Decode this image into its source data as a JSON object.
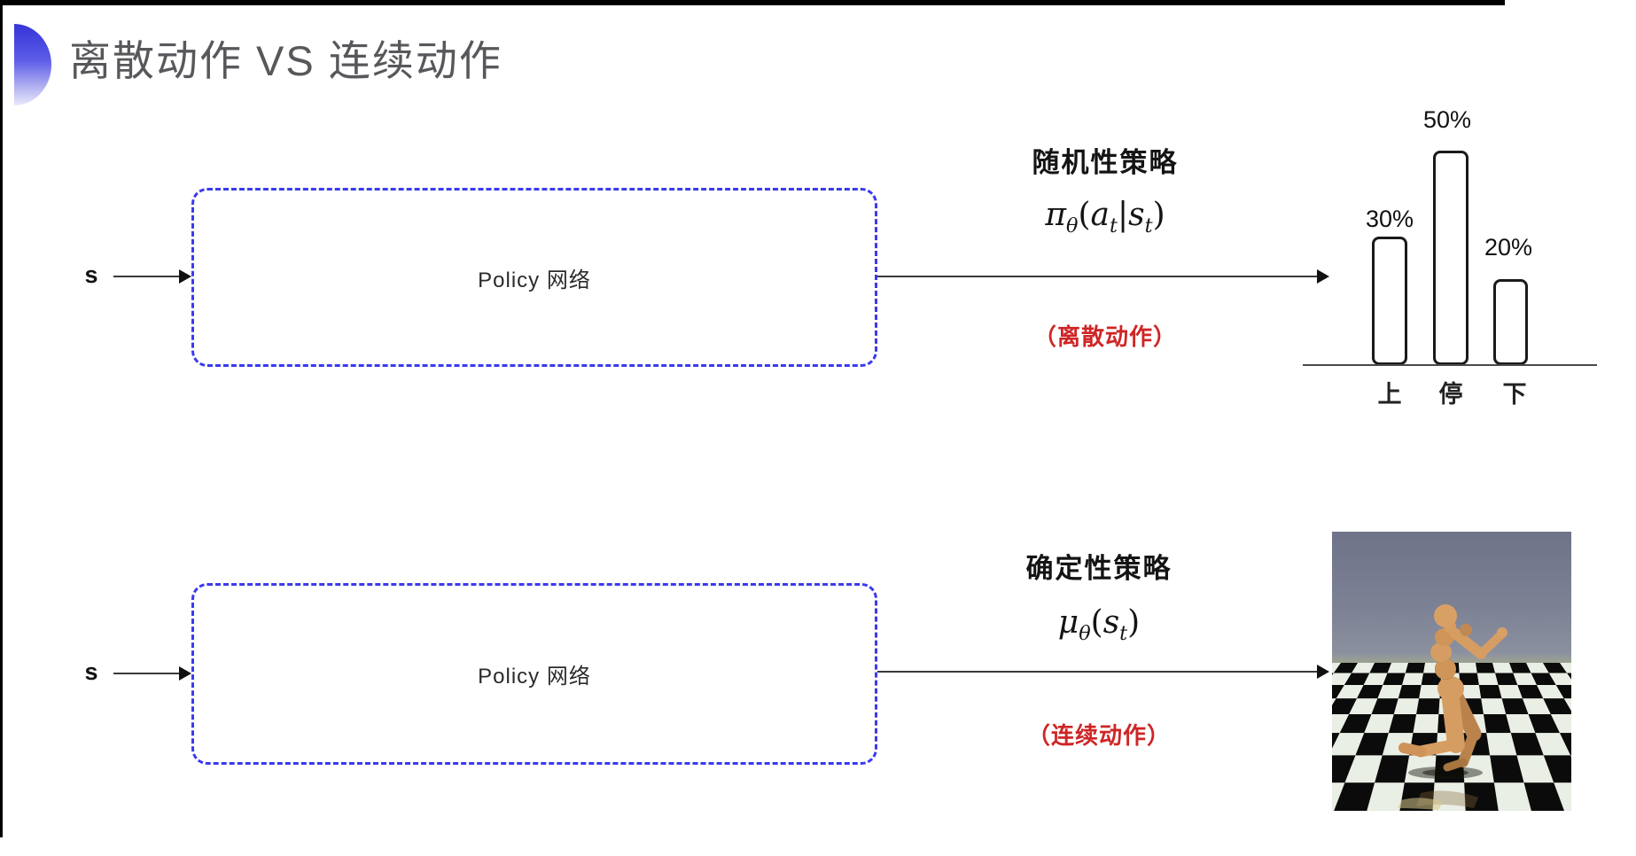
{
  "title": "离散动作 VS 连续动作",
  "colors": {
    "accent_blue": "#3a3aee",
    "title_gray": "#58585c",
    "note_red": "#cf2526",
    "bar_border": "#1a1a1a",
    "sim_sky": "#6e7389",
    "sim_floor_light": "#e9efe5",
    "sim_floor_dark": "#0b0b0b",
    "sim_body_tan": "#d69d62"
  },
  "top_flow": {
    "input": "s",
    "box": "Policy 网络",
    "policy_name": "随机性策略",
    "formula": {
      "sym": "π",
      "symsub": "θ",
      "open": "(",
      "arg1": "a",
      "arg1_sub": "t",
      "bar": "|",
      "arg2": "s",
      "arg2_sub": "t",
      "close": ")"
    },
    "note": "（离散动作）"
  },
  "bottom_flow": {
    "input": "s",
    "box": "Policy 网络",
    "policy_name": "确定性策略",
    "formula": {
      "sym": "μ",
      "symsub": "θ",
      "open": "(",
      "arg1": "s",
      "arg1_sub": "t",
      "close": ")"
    },
    "note": "（连续动作）"
  },
  "chart_data": {
    "type": "bar",
    "categories": [
      "上",
      "停",
      "下"
    ],
    "values": [
      30,
      50,
      20
    ],
    "value_labels": [
      "30%",
      "50%",
      "20%"
    ],
    "title": "",
    "xlabel": "",
    "ylabel": "",
    "ylim": [
      0,
      60
    ],
    "grid": false,
    "legend": false,
    "bar_fill": "#ffffff",
    "bar_border": "#1a1a1a"
  },
  "sim_image": {
    "semantic": "mujoco-humanoid-on-checkerboard"
  }
}
